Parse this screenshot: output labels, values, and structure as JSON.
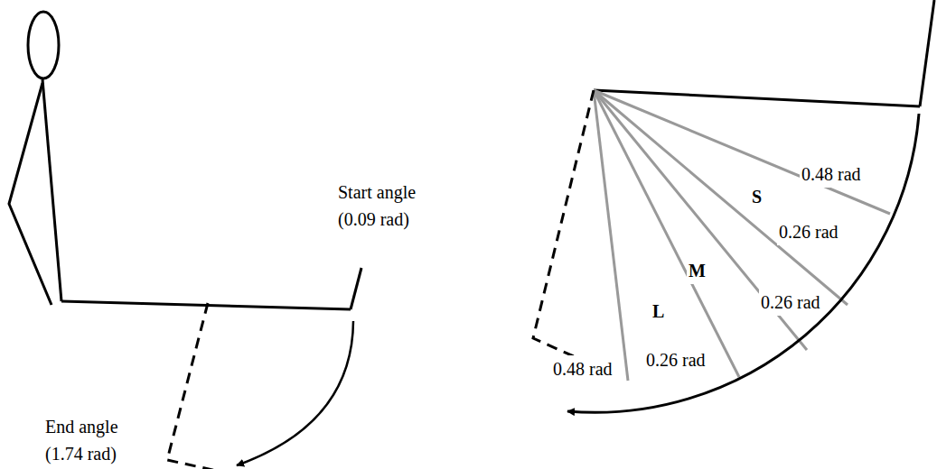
{
  "diagram": {
    "labels": [
      "Start angle (0.09 rad)",
      "End angle (1.74 rad)",
      "0.48 rad",
      "S",
      "0.26 rad",
      "M",
      "0.26 rad",
      "L",
      "0.26 rad",
      "0.48 rad"
    ]
  }
}
